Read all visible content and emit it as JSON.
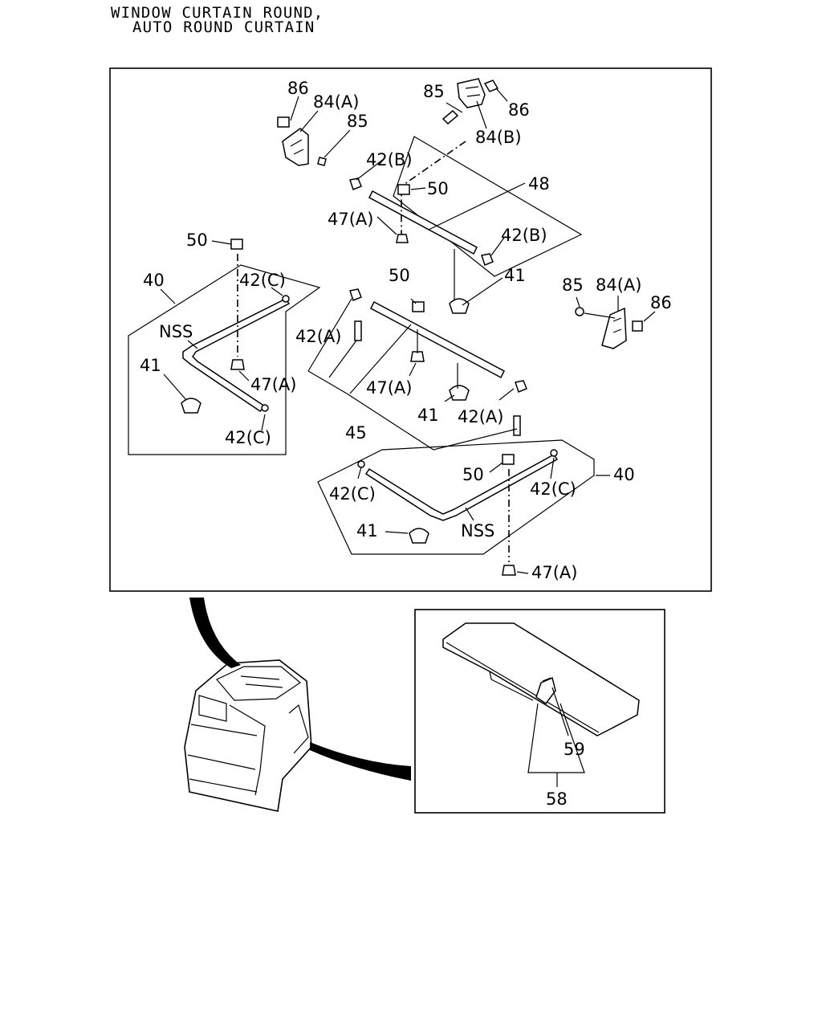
{
  "title": {
    "line1": "WINDOW CURTAIN ROUND,",
    "line2": "AUTO ROUND CURTAIN"
  },
  "callouts": {
    "c86_a": "86",
    "c84a_a": "84(A)",
    "c85_a": "85",
    "c85_b": "85",
    "c86_b": "86",
    "c84b": "84(B)",
    "c42b_a": "42(B)",
    "c50_a": "50",
    "c48": "48",
    "c47a_a": "47(A)",
    "c42b_b": "42(B)",
    "c41_a": "41",
    "c85_c": "85",
    "c84a_b": "84(A)",
    "c86_c": "86",
    "c50_b": "50",
    "c40_a": "40",
    "c42c_a": "42(C)",
    "c50_c": "50",
    "cnss_a": "NSS",
    "c42a_a": "42(A)",
    "c41_b": "41",
    "c47a_b": "47(A)",
    "c47a_c": "47(A)",
    "c42c_b": "42(C)",
    "c41_c": "41",
    "c42a_b": "42(A)",
    "c45": "45",
    "c50_d": "50",
    "c40_b": "40",
    "c42c_c": "42(C)",
    "c42c_d": "42(C)",
    "c41_d": "41",
    "cnss_b": "NSS",
    "c47a_d": "47(A)",
    "c59": "59",
    "c58": "58"
  }
}
